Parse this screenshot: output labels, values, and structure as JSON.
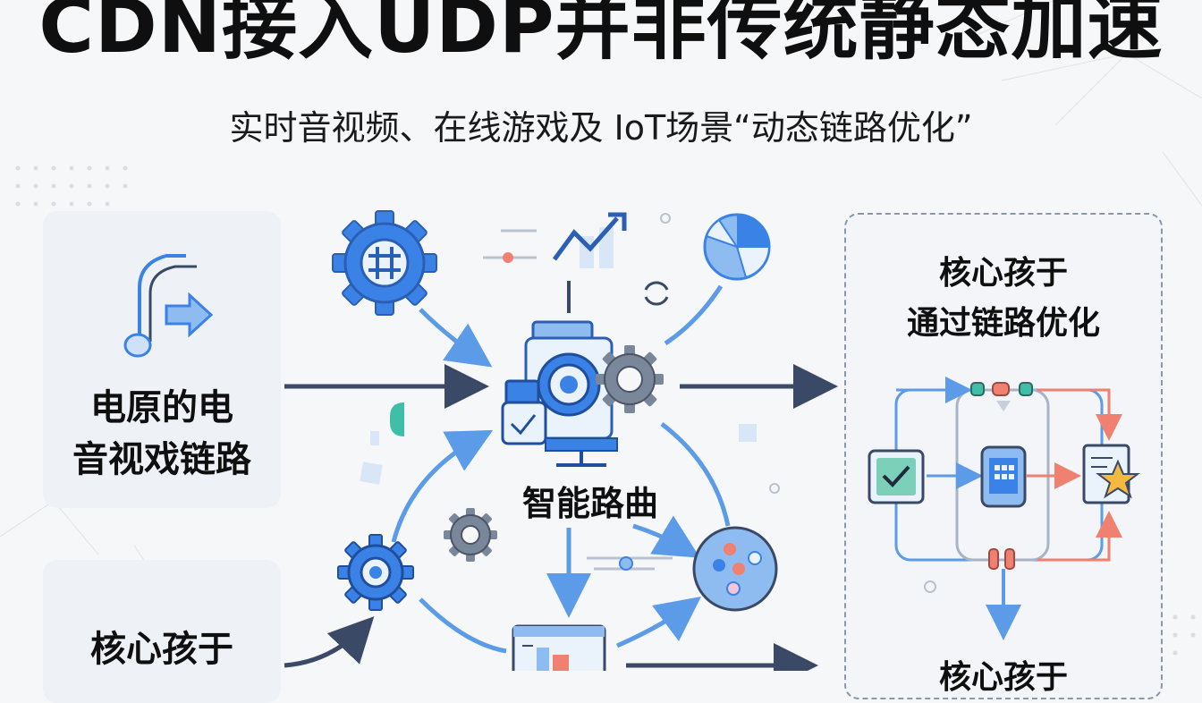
{
  "header": {
    "title": "CDN接入UDP并非传统静态加速",
    "subtitle": "实时音视频、在线游戏及 IoT场景“动态链路优化”"
  },
  "left_cards": [
    {
      "line1": "电原的电",
      "line2": "音视戏链路"
    },
    {
      "line1": "核心孩于",
      "line2": ""
    }
  ],
  "center": {
    "label": "智能路曲"
  },
  "right_panel": {
    "line1": "核心孩于",
    "line2": "通过链路优化",
    "bottom_label": "核心孩于"
  },
  "colors": {
    "blue": "#3b82e6",
    "light_blue": "#8fbcf0",
    "dark_arrow": "#3a4a66",
    "salmon": "#f08070",
    "teal": "#3fbfa8"
  }
}
